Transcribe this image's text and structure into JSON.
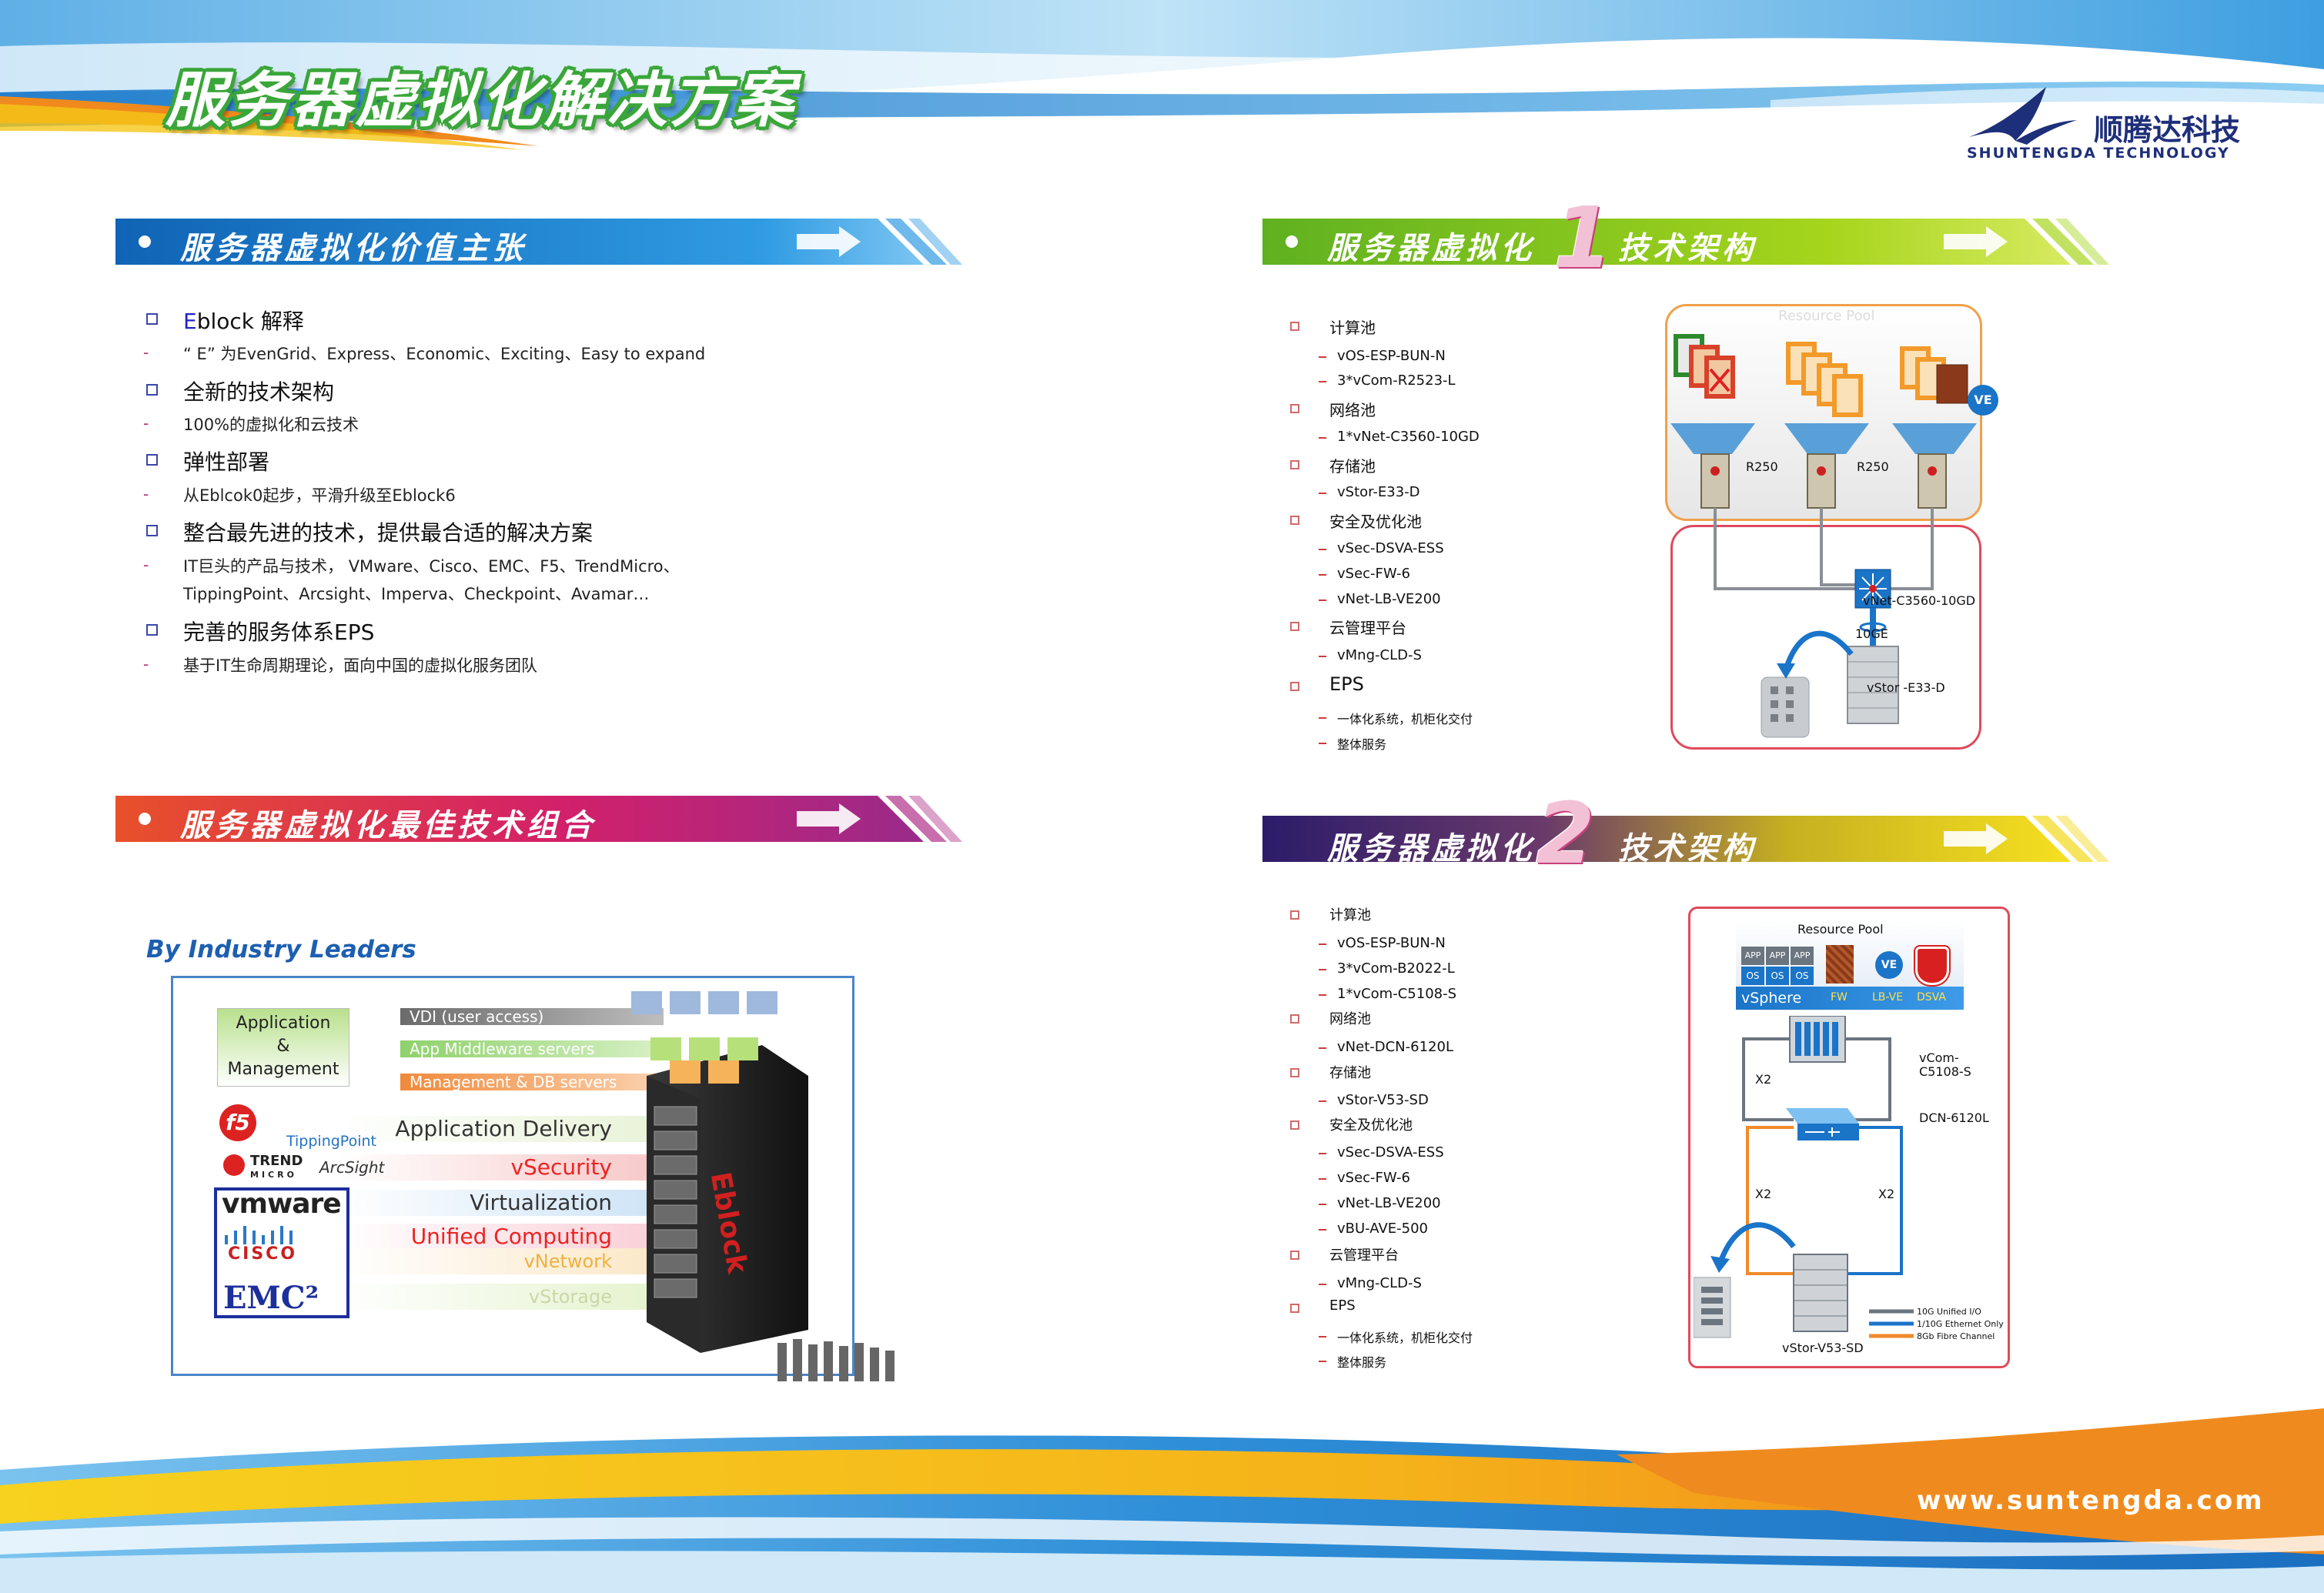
{
  "header": {
    "main_title": "服务器虚拟化解决方案",
    "logo_cn": "顺腾达科技",
    "logo_en": "SHUNTENGDA TECHNOLOGY"
  },
  "footer": {
    "url": "www.suntengda.com"
  },
  "colors": {
    "blue_banner": "#1778c4",
    "green_banner": "#7fc21c",
    "red_banner": "#e8452c",
    "purple_banner": "#3a1f6b",
    "yellow_banner": "#f2d81a",
    "logo": "#1e2f7a"
  },
  "value_prop": {
    "banner": "服务器虚拟化价值主张",
    "items": [
      {
        "title_prefix": "E",
        "title": "block 解释",
        "subs": [
          "“ E” 为EvenGrid、Express、Economic、Exciting、Easy to expand"
        ]
      },
      {
        "title": "全新的技术架构",
        "subs": [
          "100%的虚拟化和云技术"
        ]
      },
      {
        "title": "弹性部署",
        "subs": [
          "从Eblcok0起步，平滑升级至Eblock6"
        ]
      },
      {
        "title": "整合最先进的技术，提供最合适的解决方案",
        "subs": [
          "IT巨头的产品与技术， VMware、Cisco、EMC、F5、TrendMicro、",
          "TippingPoint、Arcsight、Imperva、Checkpoint、Avamar…"
        ]
      },
      {
        "title": "完善的服务体系EPS",
        "subs": [
          "基于IT生命周期理论，面向中国的虚拟化服务团队"
        ]
      }
    ]
  },
  "best_combo": {
    "banner": "服务器虚拟化最佳技术组合",
    "by_leaders": "By Industry Leaders",
    "app_mgmt": [
      "Application",
      "&",
      "Management"
    ],
    "stack_bars": [
      "VDI   (user access)",
      "App Middleware servers",
      "Management & DB servers"
    ],
    "capabilities": [
      "Application Delivery",
      "vSecurity",
      "Virtualization",
      "Unified Computing",
      "vNetwork",
      "vStorage"
    ],
    "vendors": {
      "f5": "f5",
      "tippingpoint": "TippingPoint",
      "trend": "TREND",
      "trend_sub": "MICRO",
      "arcsight": "ArcSight",
      "vmware": "vmware",
      "cisco": "CISCO",
      "emc": "EMC²"
    },
    "rack_label": "Eblock"
  },
  "arch1": {
    "banner_left": "服务器虚拟化",
    "banner_num": "1",
    "banner_right": "技术架构",
    "groups": [
      {
        "head": "计算池",
        "items": [
          "vOS-ESP-BUN-N",
          "3*vCom-R2523-L"
        ]
      },
      {
        "head": "网络池",
        "items": [
          "1*vNet-C3560-10GD"
        ]
      },
      {
        "head": "存储池",
        "items": [
          "vStor-E33-D"
        ]
      },
      {
        "head": "安全及优化池",
        "items": [
          "vSec-DSVA-ESS",
          "vSec-FW-6",
          "vNet-LB-VE200"
        ]
      },
      {
        "head": "云管理平台",
        "items": [
          "vMng-CLD-S"
        ]
      },
      {
        "head": "EPS",
        "items": [
          "一体化系统，机柜化交付",
          "整体服务"
        ]
      }
    ],
    "diagram": {
      "resource_pool": "Resource Pool",
      "r250_a": "R250",
      "r250_b": "R250",
      "ve": "VE",
      "switch": "vNet-C3560-10GD",
      "link": "10GE",
      "storage": "vStor -E33-D"
    }
  },
  "arch2": {
    "banner_left": "服务器虚拟化",
    "banner_num": "2",
    "banner_right": "技术架构",
    "groups": [
      {
        "head": "计算池",
        "items": [
          "vOS-ESP-BUN-N",
          "3*vCom-B2022-L",
          "1*vCom-C5108-S"
        ]
      },
      {
        "head": "网络池",
        "items": [
          "vNet-DCN-6120L"
        ]
      },
      {
        "head": "存储池",
        "items": [
          "vStor-V53-SD"
        ]
      },
      {
        "head": "安全及优化池",
        "items": [
          "vSec-DSVA-ESS",
          "vSec-FW-6",
          "vNet-LB-VE200",
          "vBU-AVE-500"
        ]
      },
      {
        "head": "云管理平台",
        "items": [
          "vMng-CLD-S"
        ]
      },
      {
        "head": "EPS",
        "items": [
          "一体化系统，机柜化交付",
          "整体服务"
        ]
      }
    ],
    "diagram": {
      "resource_pool": "Resource Pool",
      "app": "APP",
      "os": "OS",
      "vsphere": "vSphere",
      "fw": "FW",
      "lbve": "LB-VE",
      "dsva": "DSVA",
      "ve": "VE",
      "blade": "vCom-",
      "blade2": "C5108-S",
      "dcn": "DCN-6120L",
      "x2_a": "X2",
      "x2_b": "X2",
      "x2_c": "X2",
      "storage": "vStor-V53-SD",
      "legend": [
        "10G Unified I/O",
        "1/10G Ethernet Only",
        "8Gb  Fibre Channel"
      ]
    }
  }
}
